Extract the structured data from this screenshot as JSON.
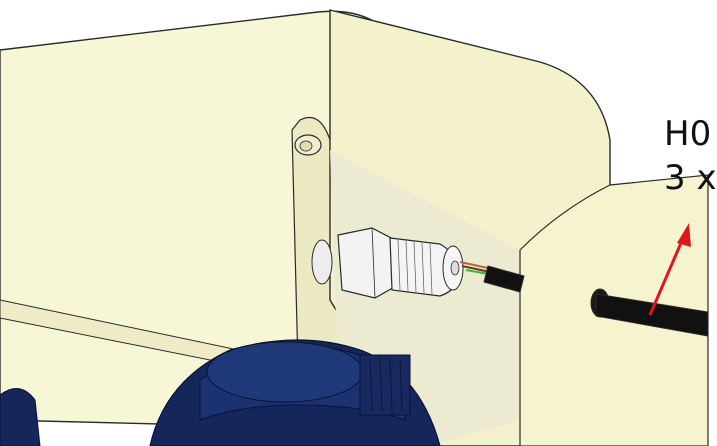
{
  "callout": {
    "line1": "H0",
    "line2": "3 x"
  },
  "colors": {
    "panel": "#f6f5d3",
    "panel_shade": "#e7e5ba",
    "outline": "#2a2a2a",
    "gland": "#f3f3f3",
    "cable": "#111111",
    "pump": "#15275a",
    "arrow": "#e0161b"
  },
  "icons": {
    "arrow": "red-pointer-arrow",
    "gland": "cable-gland",
    "pump": "pump-cap"
  }
}
